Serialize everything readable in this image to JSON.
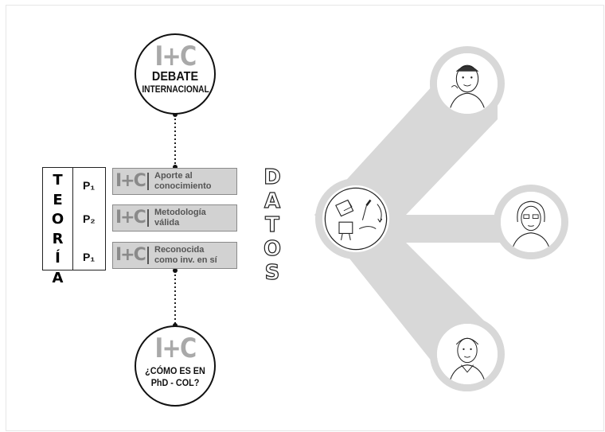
{
  "top_circle": {
    "logo": "I+C",
    "line1": "DEBATE",
    "line2": "INTERNACIONAL"
  },
  "bottom_circle": {
    "logo": "I+C",
    "line1": "¿CÓMO ES EN",
    "line2": "PhD - COL?"
  },
  "teoria": {
    "letters": [
      "T",
      "E",
      "O",
      "R",
      "Í",
      "A"
    ],
    "p_labels": [
      "P₁",
      "P₂",
      "P₁"
    ]
  },
  "items": [
    {
      "logo": "I+C",
      "line1": "Aporte al",
      "line2": "conocimiento"
    },
    {
      "logo": "I+C",
      "line1": "Metodología",
      "line2": "válida"
    },
    {
      "logo": "I+C",
      "line1": "Reconocida",
      "line2": "como inv. en sí"
    }
  ],
  "datos": [
    "D",
    "A",
    "T",
    "O",
    "S"
  ],
  "colors": {
    "logo_gray": "#a9a9a9",
    "item_fill": "#d2d2d2",
    "arrow_gray": "#d8d8d8"
  },
  "images": {
    "center": "research-tools-sketch-icon",
    "top": "person-sketch-1",
    "middle": "person-sketch-2",
    "bottom": "person-sketch-3"
  }
}
